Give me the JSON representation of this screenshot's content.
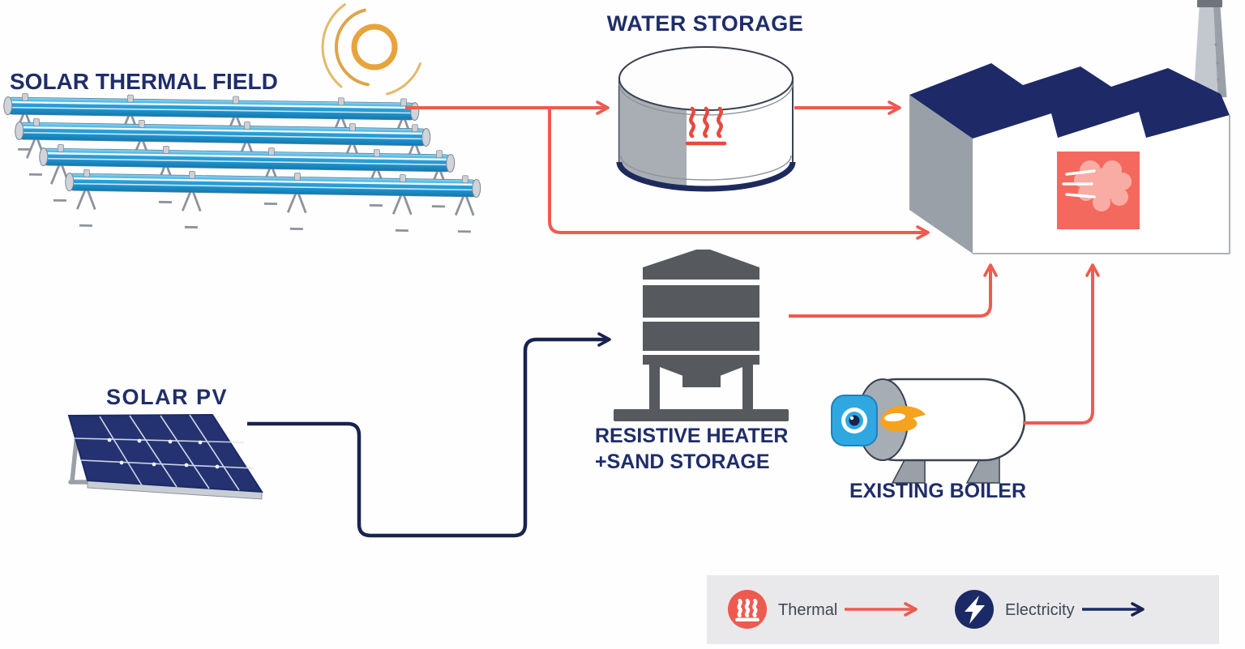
{
  "nodes": {
    "solar_thermal_field": {
      "label": "SOLAR THERMAL FIELD"
    },
    "water_storage": {
      "label": "WATER STORAGE"
    },
    "solar_pv": {
      "label": "SOLAR PV"
    },
    "resistive_heater": {
      "label_line1": "RESISTIVE HEATER",
      "label_line2": "+SAND STORAGE"
    },
    "existing_boiler": {
      "label": "EXISTING BOILER"
    }
  },
  "legend": {
    "items": [
      {
        "label": "Thermal",
        "color": "#ee5a50",
        "icon": "heat-waves-icon"
      },
      {
        "label": "Electricity",
        "color": "#1b2a66",
        "icon": "lightning-icon"
      }
    ]
  },
  "flows": [
    {
      "from": "Solar thermal field",
      "to": "Water storage",
      "type": "thermal"
    },
    {
      "from": "Solar thermal field",
      "to": "Factory",
      "type": "thermal"
    },
    {
      "from": "Water storage",
      "to": "Factory",
      "type": "thermal"
    },
    {
      "from": "Solar PV",
      "to": "Resistive heater + sand storage",
      "type": "electricity"
    },
    {
      "from": "Resistive heater + sand storage",
      "to": "Factory",
      "type": "thermal"
    },
    {
      "from": "Existing boiler",
      "to": "Factory",
      "type": "thermal"
    }
  ],
  "colors": {
    "thermal_flow": "#ee5b50",
    "electricity_flow": "#18234f",
    "label_text": "#1f2d6a",
    "legend_text": "#3f4654",
    "legend_background": "#e9e9ec",
    "factory_roof_navy": "#1e2a67",
    "silo_gray": "#565a5e",
    "collector_blue": "#2ea6de",
    "sun_orange": "#e7a33c",
    "burner_blue": "#2fa8e1",
    "flame_orange": "#f5a31f",
    "steam_panel_red": "#f4695e"
  }
}
